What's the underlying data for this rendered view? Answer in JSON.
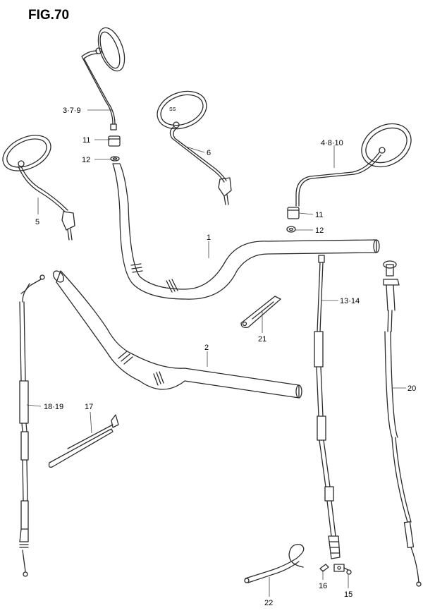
{
  "figure": {
    "title": "FIG.70"
  },
  "callouts": {
    "mirror_left_upper": "3·7·9",
    "mirror_left_lower": "5",
    "mirror_center": "6",
    "mirror_right": "4·8·10",
    "nut_left": "11",
    "washer_left": "12",
    "nut_right": "11",
    "washer_right": "12",
    "handlebar_1": "1",
    "handlebar_2": "2",
    "clutch_cable": "13·14",
    "throttle_cable": "18·19",
    "clamp_17": "17",
    "choke_cable": "20",
    "clamp_21": "21",
    "clip_22": "22",
    "part_16": "16",
    "part_15": "15"
  },
  "marks": {
    "mirror_stamp": "SS"
  },
  "colors": {
    "line": "#2a2a2a",
    "background": "#ffffff"
  }
}
